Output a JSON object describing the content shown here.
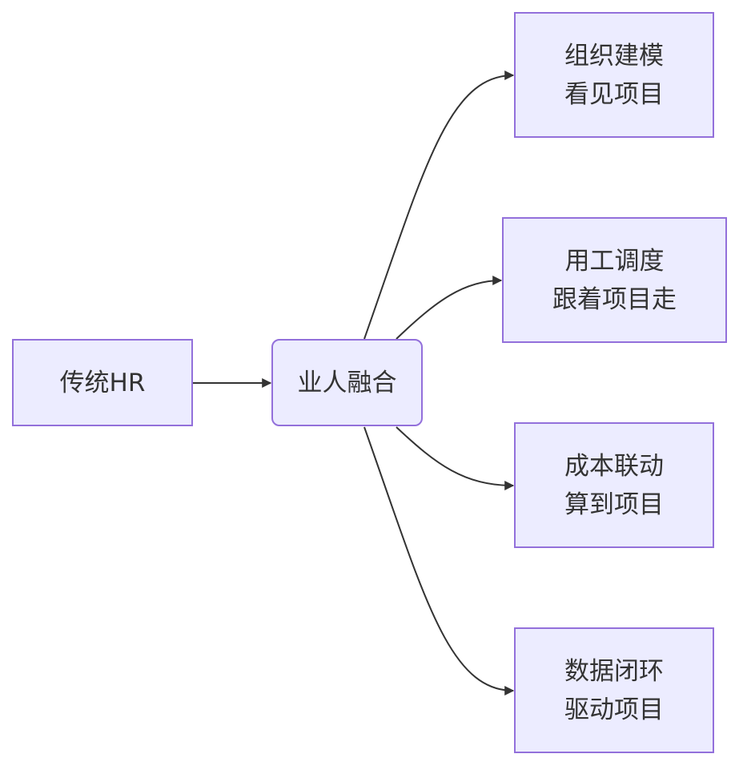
{
  "colors": {
    "node_fill": "#ECECFF",
    "node_border": "#9370DB",
    "edge": "#333333",
    "text": "#333333"
  },
  "nodes": {
    "source": {
      "line1": "传统HR"
    },
    "hub": {
      "line1": "业人融合"
    },
    "targets": [
      {
        "line1": "组织建模",
        "line2": "看见项目"
      },
      {
        "line1": "用工调度",
        "line2": "跟着项目走"
      },
      {
        "line1": "成本联动",
        "line2": "算到项目"
      },
      {
        "line1": "数据闭环",
        "line2": "驱动项目"
      }
    ]
  },
  "edges": [
    {
      "from": "传统HR",
      "to": "业人融合"
    },
    {
      "from": "业人融合",
      "to": "组织建模 看见项目"
    },
    {
      "from": "业人融合",
      "to": "用工调度 跟着项目走"
    },
    {
      "from": "业人融合",
      "to": "成本联动 算到项目"
    },
    {
      "from": "业人融合",
      "to": "数据闭环 驱动项目"
    }
  ]
}
